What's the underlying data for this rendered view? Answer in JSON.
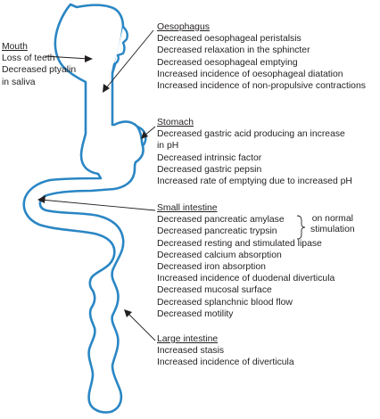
{
  "mouth": {
    "heading": "Mouth",
    "items": [
      "Loss of teeth",
      "Decreased ptyalin",
      "in saliva"
    ]
  },
  "oesophagus": {
    "heading": "Oesophagus",
    "items": [
      "Decreased oesophageal peristalsis",
      "Decreased relaxation in the sphincter",
      "Decreased oesophageal emptying",
      "Increased incidence of oesophageal diatation",
      "Increased incidence of non-propulsive contractions"
    ]
  },
  "stomach": {
    "heading": "Stomach",
    "items": [
      "Decreased gastric acid producing an increase",
      "in pH",
      "Decreased intrinsic factor",
      "Decreased  gastric pepsin",
      "Increased rate of emptying due to increased pH"
    ]
  },
  "small_intestine": {
    "heading": "Small intestine",
    "items": [
      "Decreased  pancreatic amylase",
      "Decreased  pancreatic trypsin",
      "Decreased  resting and stimulated lipase",
      "Decreased  calcium absorption",
      "Decreased  iron absorption",
      "Increased incidence of duodenal diverticula",
      "Decreased  mucosal surface",
      "Decreased splanchnic blood flow",
      "Decreased  motility"
    ],
    "brace_note": [
      "on normal",
      "stimulation"
    ]
  },
  "large_intestine": {
    "heading": "Large intestine",
    "items": [
      "Increased stasis",
      "Increased incidence of diverticula"
    ]
  },
  "colors": {
    "outline": "#2a86c4",
    "text": "#231f20",
    "arrow": "#231f20"
  }
}
